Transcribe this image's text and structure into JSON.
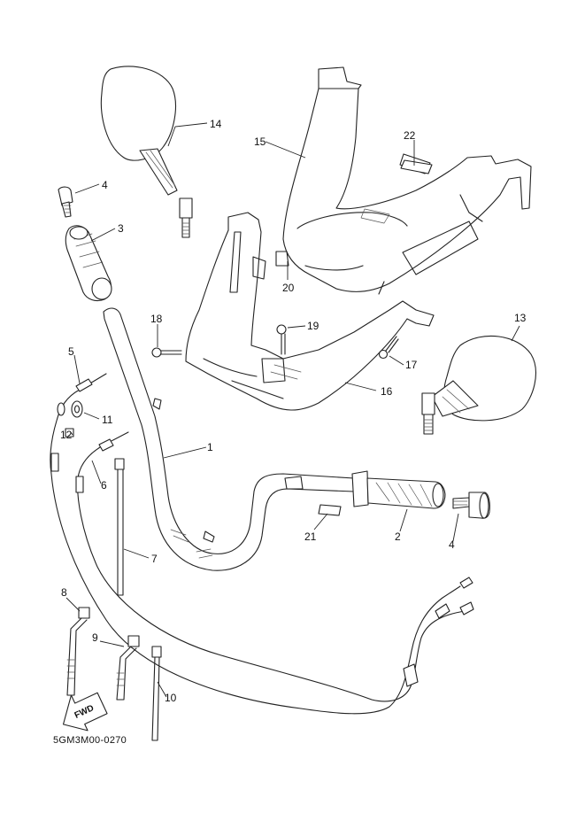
{
  "diagram_code": "5GM3M00-0270",
  "fwd_label": "FWD",
  "callouts": {
    "p1": "1",
    "p2": "2",
    "p3": "3",
    "p4a": "4",
    "p4b": "4",
    "p5": "5",
    "p6": "6",
    "p7": "7",
    "p8": "8",
    "p9": "9",
    "p10": "10",
    "p11": "11",
    "p12": "12",
    "p13": "13",
    "p14": "14",
    "p15": "15",
    "p16": "16",
    "p17": "17",
    "p18": "18",
    "p19": "19",
    "p20": "20",
    "p21": "21",
    "p22": "22"
  }
}
